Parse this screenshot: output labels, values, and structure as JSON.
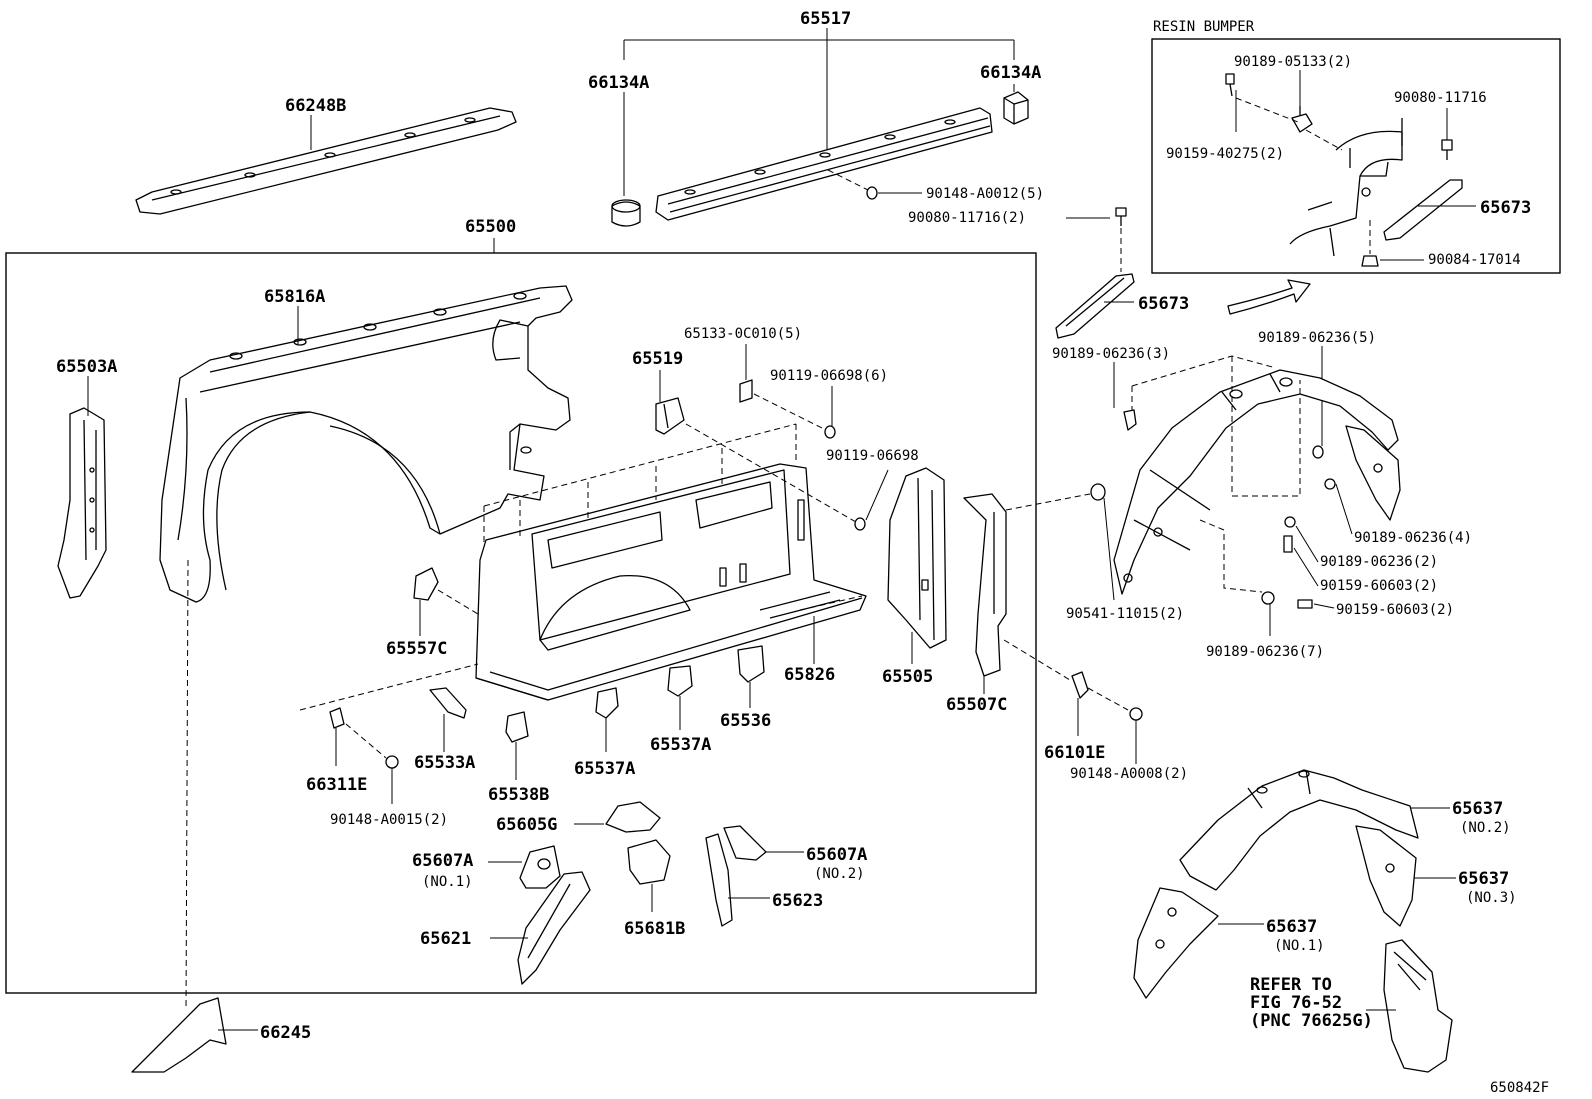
{
  "inset": {
    "title": "RESIN BUMPER"
  },
  "labels": {
    "p65517": "65517",
    "p66134A_l": "66134A",
    "p66134A_r": "66134A",
    "p66248B": "66248B",
    "p90148A0012": "90148-A0012(5)",
    "p90080_11716_2": "90080-11716(2)",
    "p65500": "65500",
    "p65816A": "65816A",
    "p65503A": "65503A",
    "p65133": "65133-0C010(5)",
    "p65519": "65519",
    "p90119_06698_6": "90119-06698(6)",
    "p90119_06698": "90119-06698",
    "p65557C": "65557C",
    "p65826": "65826",
    "p65505": "65505",
    "p65507C": "65507C",
    "p65533A": "65533A",
    "p66311E": "66311E",
    "p90148A0015": "90148-A0015(2)",
    "p65538B": "65538B",
    "p65537A_l": "65537A",
    "p65537A_r": "65537A",
    "p65536": "65536",
    "p65605G": "65605G",
    "p65607A_1": "65607A",
    "p65607A_1_sub": "(NO.1)",
    "p65607A_2": "65607A",
    "p65607A_2_sub": "(NO.2)",
    "p65681B": "65681B",
    "p65623": "65623",
    "p65621": "65621",
    "p66245": "66245",
    "p90189_05133": "90189-05133(2)",
    "p90080_11716": "90080-11716",
    "p90159_40275": "90159-40275(2)",
    "p65673_in": "65673",
    "p90084_17014": "90084-17014",
    "p65673": "65673",
    "p90189_06236_3": "90189-06236(3)",
    "p90189_06236_5": "90189-06236(5)",
    "p90189_06236_4": "90189-06236(4)",
    "p90189_06236_2": "90189-06236(2)",
    "p90159_60603_2a": "90159-60603(2)",
    "p90159_60603_2b": "90159-60603(2)",
    "p90541_11015": "90541-11015(2)",
    "p90189_06236_7": "90189-06236(7)",
    "p66101E": "66101E",
    "p90148A0008": "90148-A0008(2)",
    "p65637_2": "65637",
    "p65637_2_sub": "(NO.2)",
    "p65637_3": "65637",
    "p65637_3_sub": "(NO.3)",
    "p65637_1": "65637",
    "p65637_1_sub": "(NO.1)",
    "refer_1": "REFER TO",
    "refer_2": "FIG 76-52",
    "refer_3": "(PNC 76625G)",
    "fig_code": "650842F"
  }
}
